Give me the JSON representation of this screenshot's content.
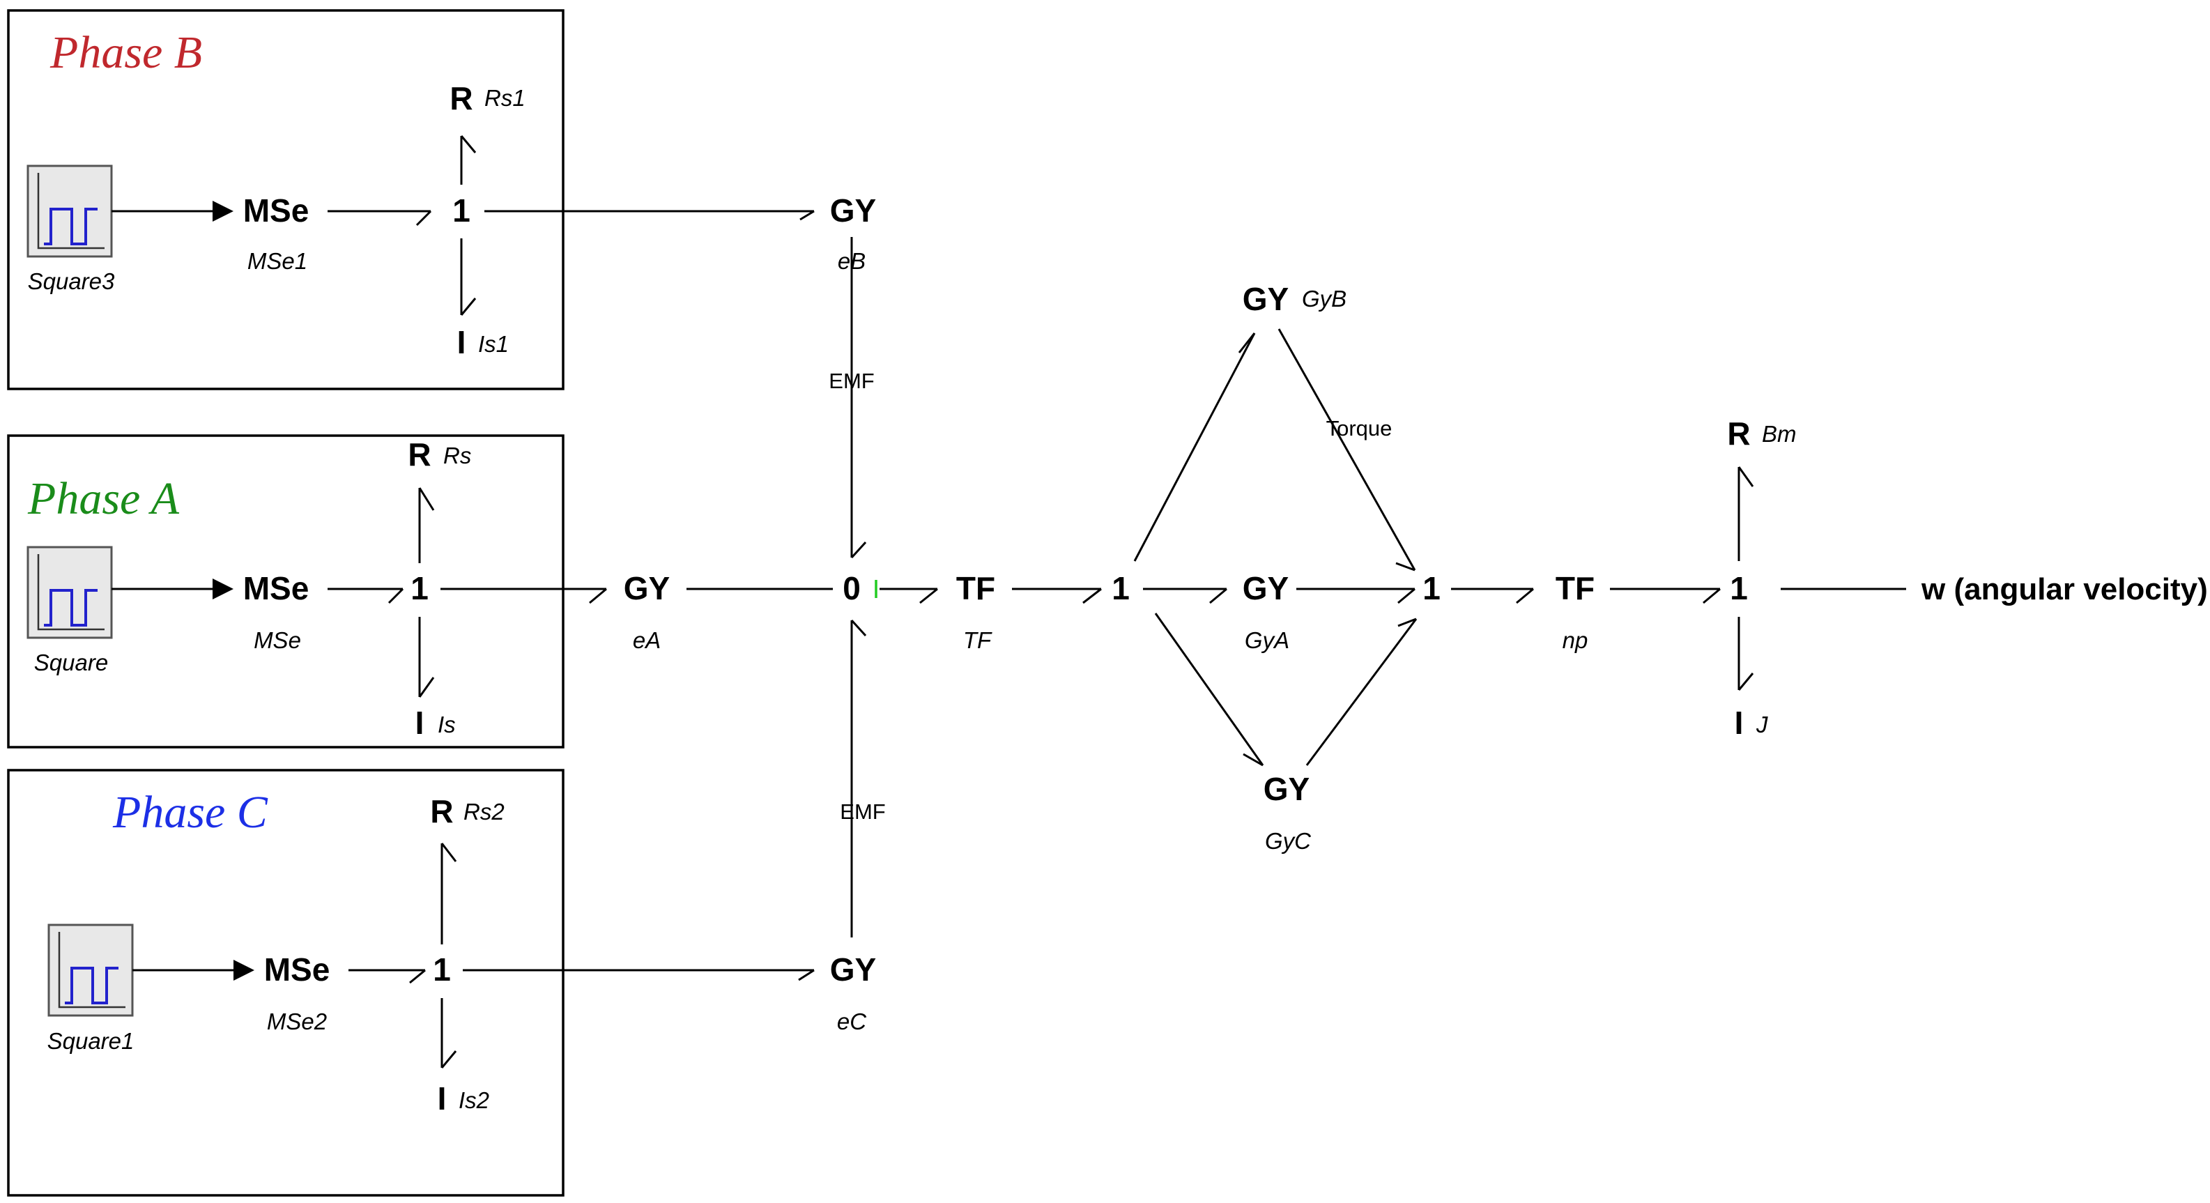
{
  "phases": {
    "b": {
      "label": "Phase B",
      "color": "#c0282d"
    },
    "a": {
      "label": "Phase A",
      "color": "#1a8c1a"
    },
    "c": {
      "label": "Phase C",
      "color": "#1c2fe6"
    }
  },
  "sources": {
    "square3": "Square3",
    "square": "Square",
    "square1": "Square1"
  },
  "elements": {
    "mse_b": {
      "type": "MSe",
      "name": "MSe1"
    },
    "mse_a": {
      "type": "MSe",
      "name": "MSe"
    },
    "mse_c": {
      "type": "MSe",
      "name": "MSe2"
    },
    "j1_b": {
      "type": "1"
    },
    "j1_a": {
      "type": "1"
    },
    "j1_c": {
      "type": "1"
    },
    "r_b": {
      "type": "R",
      "name": "Rs1"
    },
    "r_a": {
      "type": "R",
      "name": "Rs"
    },
    "r_c": {
      "type": "R",
      "name": "Rs2"
    },
    "i_b": {
      "type": "I",
      "name": "Is1"
    },
    "i_a": {
      "type": "I",
      "name": "Is"
    },
    "i_c": {
      "type": "I",
      "name": "Is2"
    },
    "gy_eb": {
      "type": "GY",
      "name": "eB"
    },
    "gy_ea": {
      "type": "GY",
      "name": "eA"
    },
    "gy_ec": {
      "type": "GY",
      "name": "eC"
    },
    "j0": {
      "type": "0"
    },
    "tf_tf": {
      "type": "TF",
      "name": "TF"
    },
    "j1_mid": {
      "type": "1"
    },
    "gy_gyb": {
      "type": "GY",
      "name": "GyB"
    },
    "gy_gya": {
      "type": "GY",
      "name": "GyA"
    },
    "gy_gyc": {
      "type": "GY",
      "name": "GyC"
    },
    "j1_right": {
      "type": "1"
    },
    "tf_np": {
      "type": "TF",
      "name": "np"
    },
    "j1_out": {
      "type": "1"
    },
    "r_bm": {
      "type": "R",
      "name": "Bm"
    },
    "i_j": {
      "type": "I",
      "name": "J"
    }
  },
  "labels": {
    "emf_top": "EMF",
    "emf_bottom": "EMF",
    "torque": "Torque",
    "output": "w (angular velocity)"
  },
  "colors": {
    "signal": "#2222cc",
    "causal_mark": "#22cc22",
    "source_fill": "#e8e8e8"
  }
}
